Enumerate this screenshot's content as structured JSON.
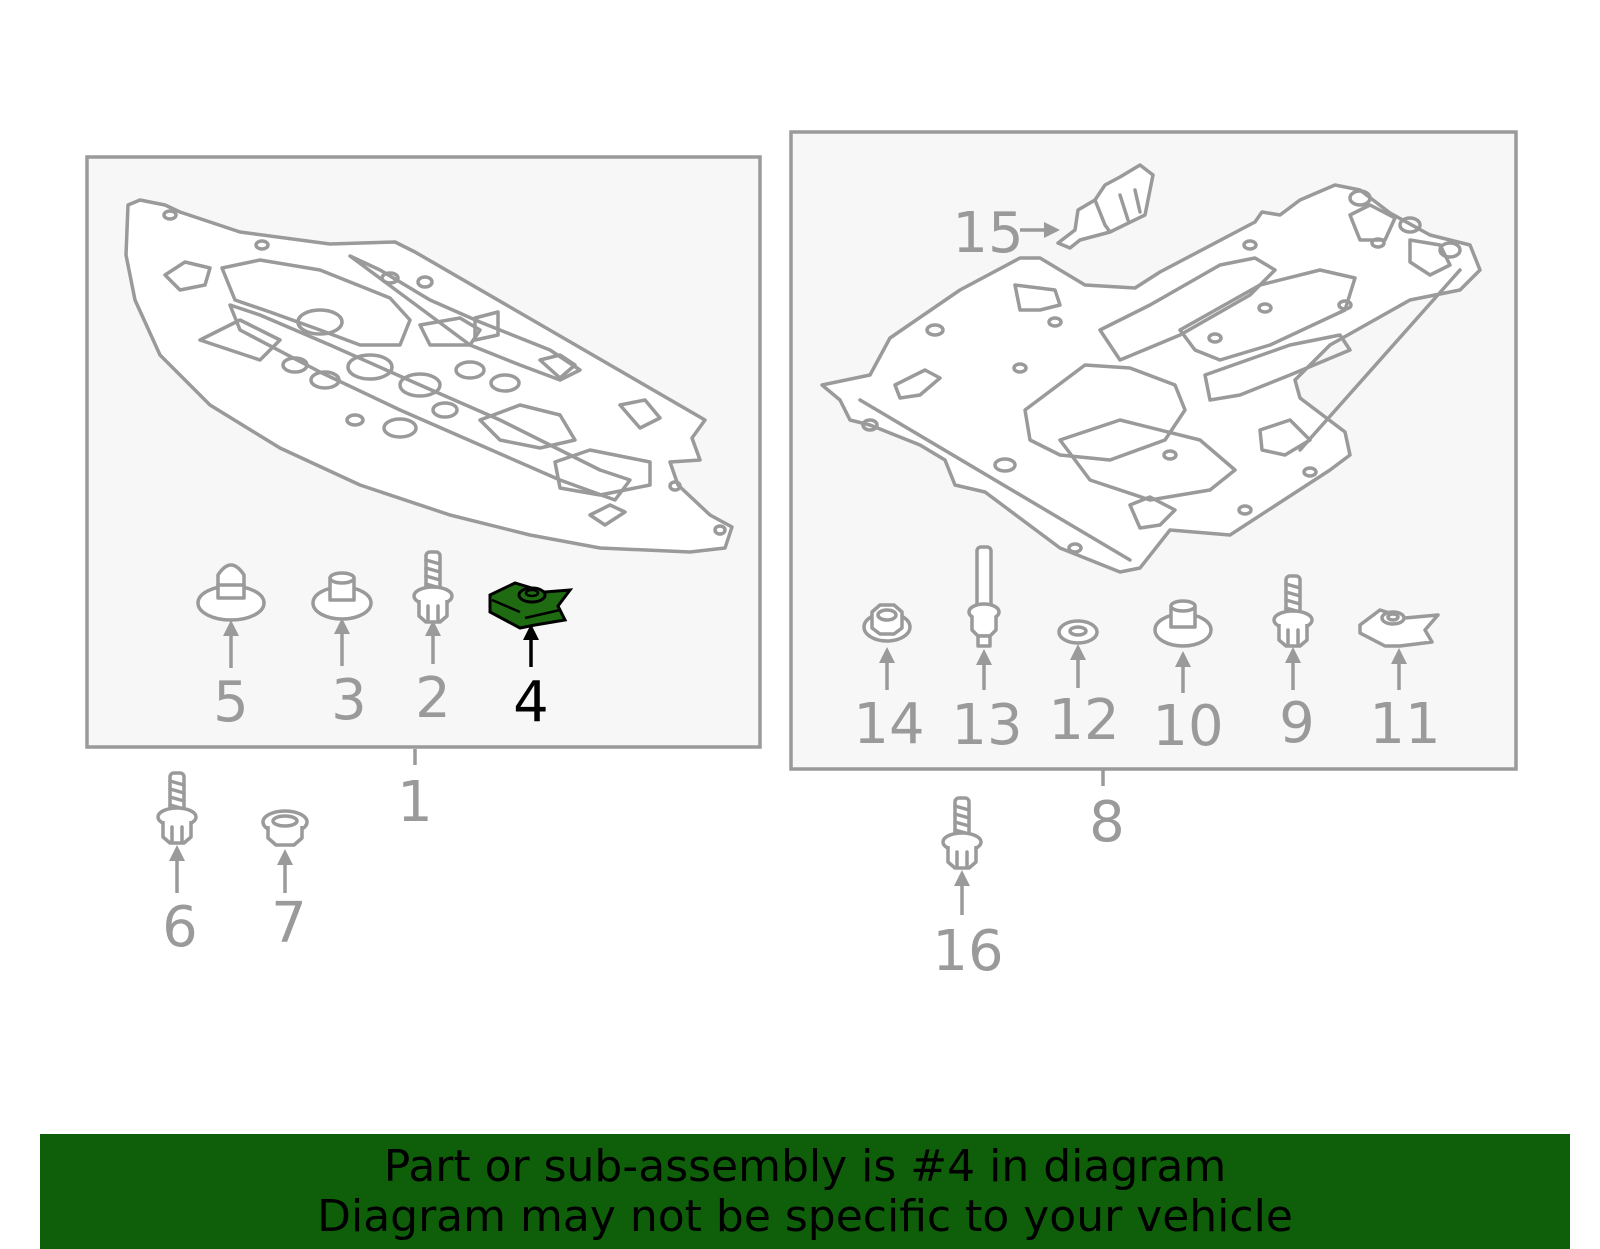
{
  "callouts": {
    "c1": "1",
    "c2": "2",
    "c3": "3",
    "c4": "4",
    "c5": "5",
    "c6": "6",
    "c7": "7",
    "c8": "8",
    "c9": "9",
    "c10": "10",
    "c11": "11",
    "c12": "12",
    "c13": "13",
    "c14": "14",
    "c15": "15",
    "c16": "16"
  },
  "highlighted_part": "4",
  "highlight_color": "#1e6b12",
  "banner": {
    "background": "#0f5f0a",
    "line1": "Part or sub-assembly is #4 in diagram",
    "line2": "Diagram may not be specific to your vehicle"
  }
}
